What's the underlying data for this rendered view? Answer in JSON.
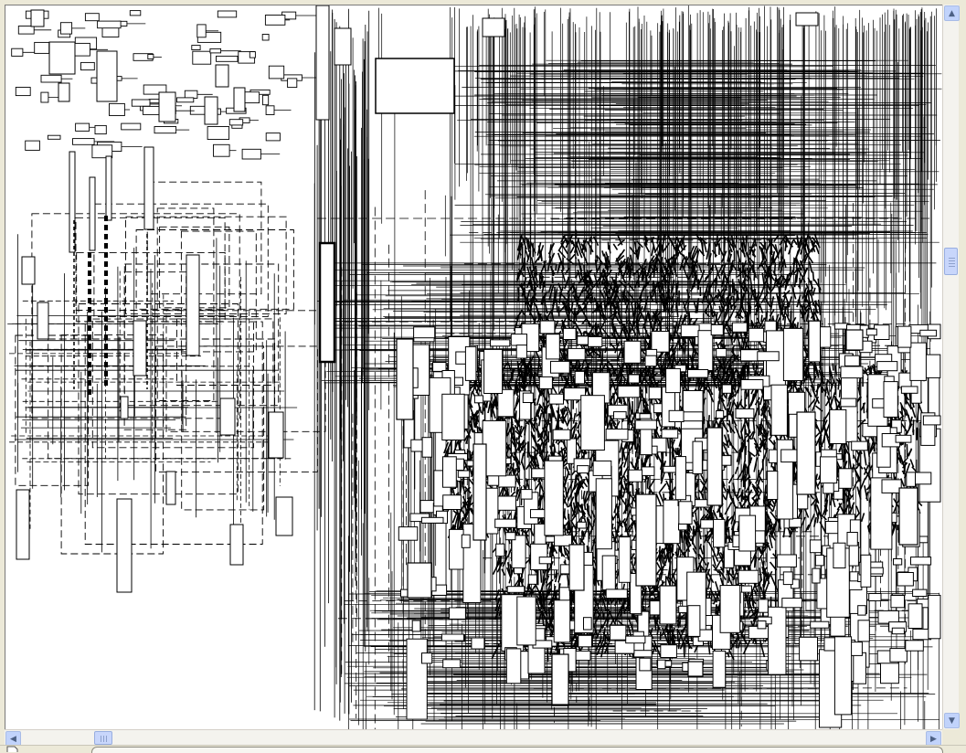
{
  "window": {
    "title": ""
  },
  "canvas": {
    "description_icon": "schematic-drawing",
    "background": "#ffffff",
    "ink": "#000000"
  },
  "scrollbars": {
    "vertical": {
      "position_fraction": 0.34,
      "up_icon": "arrow-up-icon",
      "down_icon": "arrow-down-icon"
    },
    "horizontal": {
      "position_fraction": 0.1,
      "left_icon": "arrow-left-icon",
      "right_icon": "arrow-right-icon"
    },
    "accent": "#c1d3fb"
  },
  "statusbar": {
    "icon": "page-icon"
  }
}
